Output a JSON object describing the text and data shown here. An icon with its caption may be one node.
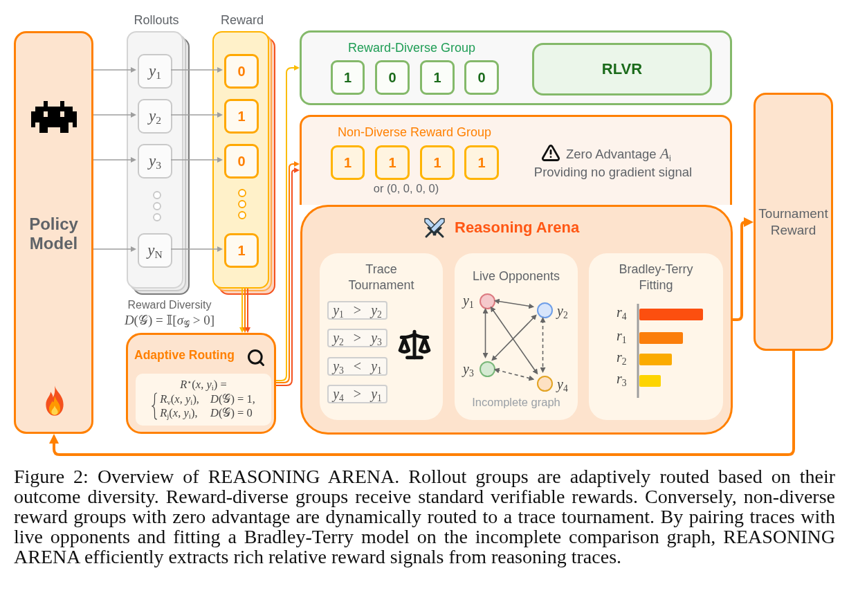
{
  "diagram": {
    "caption": "Figure 2: Overview of REASONING ARENA. Rollout groups are adaptively routed based on their outcome diversity. Reward-diverse groups receive standard verifiable rewards. Conversely, non-diverse reward groups with zero advantage are dynamically routed to a trace tournament. By pairing traces with live opponents and fitting a Bradley-Terry model on the incomplete comparison graph, REASONING ARENA efficiently extracts rich relative reward signals from reasoning traces.",
    "nodes": [
      {
        "text": [
          "Policy Model"
        ]
      },
      {
        "text": [
          "Rollouts"
        ]
      },
      {
        "text": [
          "*y*$_{1}$"
        ],
        "in": 1
      },
      {
        "text": [
          "*y*$_{2}$"
        ],
        "in": 1
      },
      {
        "text": [
          "*y*$_{3}$"
        ],
        "in": 1
      },
      {
        "text": [
          "*y*$_{N}$"
        ],
        "in": 1
      },
      {
        "text": [
          "Reward"
        ]
      },
      {
        "text": [
          "0"
        ],
        "in": 6
      },
      {
        "text": [
          "1"
        ],
        "in": 6
      },
      {
        "text": [
          "0"
        ],
        "in": 6
      },
      {
        "text": [
          "1"
        ],
        "in": 6
      },
      {
        "text": [
          "Adaptive Routing"
        ]
      },
      {
        "text": [
          "*R*$^{⋆}$(*x*, *y*$_{i}$) =",
          "*R*$_{v}$(*x*, *y*$_{i}$),",
          "*D*(𝒢) = 1,",
          "*R*$_{j}$(*x*, *y*$_{i}$),",
          "*D*(𝒢) = 0"
        ],
        "in": 11
      },
      {
        "text": [
          "Reward-Diverse Group"
        ]
      },
      {
        "text": [
          "1"
        ],
        "in": 13
      },
      {
        "text": [
          "0"
        ],
        "in": 13
      },
      {
        "text": [
          "1"
        ],
        "in": 13
      },
      {
        "text": [
          "0"
        ],
        "in": 13
      },
      {
        "text": [
          "RLVR"
        ],
        "in": 13
      },
      {
        "text": [
          "Non-Diverse Reward Group",
          "or (0, 0, 0, 0)",
          "Zero Advantage *A*$_{i}$",
          "Providing no gradient signal"
        ]
      },
      {
        "text": [
          "1"
        ],
        "in": 19
      },
      {
        "text": [
          "1"
        ],
        "in": 19
      },
      {
        "text": [
          "1"
        ],
        "in": 19
      },
      {
        "text": [
          "1"
        ],
        "in": 19
      },
      {
        "text": [
          "Reasoning Arena"
        ]
      },
      {
        "text": [
          "Trace Tournament"
        ],
        "in": 24
      },
      {
        "text": [
          "*y*$_{1}$ > *y*$_{2}$"
        ],
        "in": 25
      },
      {
        "text": [
          "*y*$_{2}$ > *y*$_{3}$"
        ],
        "in": 25
      },
      {
        "text": [
          "*y*$_{3}$ < *y*$_{1}$"
        ],
        "in": 25
      },
      {
        "text": [
          "*y*$_{4}$ > *y*$_{1}$"
        ],
        "in": 25
      },
      {
        "text": [
          "Live Opponents",
          "Incomplete graph"
        ],
        "in": 24
      },
      {
        "text": [],
        "shape": "circle",
        "beside": [
          "*y*$_{1}$"
        ],
        "in": 30
      },
      {
        "text": [],
        "shape": "circle",
        "beside": [
          "*y*$_{2}$"
        ],
        "in": 30
      },
      {
        "text": [],
        "shape": "circle",
        "beside": [
          "*y*$_{3}$"
        ],
        "in": 30
      },
      {
        "text": [],
        "shape": "circle",
        "beside": [
          "*y*$_{4}$"
        ],
        "in": 30
      },
      {
        "text": [
          "Bradley-Terry Fitting"
        ],
        "in": 24
      },
      {
        "text": [],
        "shape": "bar",
        "beside": [
          "*r*$_{4}$"
        ],
        "in": 35
      },
      {
        "text": [],
        "shape": "bar",
        "beside": [
          "*r*$_{1}$"
        ],
        "in": 35
      },
      {
        "text": [],
        "shape": "bar",
        "beside": [
          "*r*$_{2}$"
        ],
        "in": 35
      },
      {
        "text": [],
        "shape": "bar",
        "beside": [
          "*r*$_{3}$"
        ],
        "in": 35
      },
      {
        "text": [
          "Tournament Reward"
        ]
      }
    ],
    "edges": [
      {
        "from": 0,
        "to": 2,
        "arrow": "to"
      },
      {
        "from": 0,
        "to": 3,
        "arrow": "to"
      },
      {
        "from": 0,
        "to": 4,
        "arrow": "to"
      },
      {
        "from": 0,
        "to": 5,
        "arrow": "to"
      },
      {
        "from": 2,
        "to": 7,
        "arrow": "to"
      },
      {
        "from": 3,
        "to": 8,
        "arrow": "to"
      },
      {
        "from": 4,
        "to": 9,
        "arrow": "to"
      },
      {
        "from": 5,
        "to": 10,
        "arrow": "to"
      },
      {
        "from": 6,
        "to": 11,
        "arrow": "to",
        "color": "#fbbc04"
      },
      {
        "from": 6,
        "to": 11,
        "arrow": "to",
        "color": "#ff8000"
      },
      {
        "from": 6,
        "to": 11,
        "arrow": "to",
        "color": "#f4511e"
      },
      {
        "from": 11,
        "to": 13,
        "arrow": "to",
        "color": "#fbbc04"
      },
      {
        "from": 11,
        "to": 19,
        "arrow": "to",
        "color": "#ff8000"
      },
      {
        "from": 11,
        "to": 19,
        "arrow": "to",
        "color": "#f4511e"
      },
      {
        "from": 24,
        "to": 40,
        "arrow": "to",
        "style": "thick",
        "color": "#ff8000"
      },
      {
        "from": 40,
        "to": 0,
        "arrow": "to",
        "style": "thick",
        "color": "#ff8000"
      },
      {
        "from": 31,
        "to": 32,
        "arrow": "both",
        "color": "#666666"
      },
      {
        "from": 31,
        "to": 33,
        "arrow": "both",
        "color": "#666666"
      },
      {
        "from": 31,
        "to": 34,
        "arrow": "both",
        "color": "#666666"
      },
      {
        "from": 32,
        "to": 33,
        "arrow": "both",
        "color": "#666666"
      },
      {
        "from": 32,
        "to": 34,
        "arrow": "both",
        "style": "dashed",
        "color": "#666666"
      },
      {
        "from": 33,
        "to": 34,
        "arrow": "both",
        "style": "dashed",
        "color": "#666666"
      }
    ],
    "labels": [
      "Reward Diversity",
      "*D*(𝒢) = 𝕀[*σ*$_{𝒢}$ > 0]"
    ]
  }
}
